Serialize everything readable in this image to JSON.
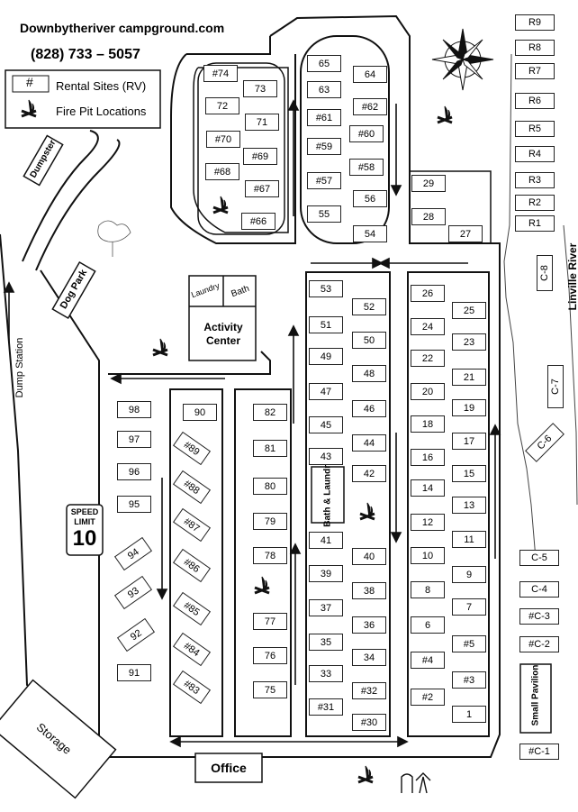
{
  "header": {
    "website": "Downbytheriver campground.com",
    "phone": "(828) 733 – 5057"
  },
  "legend": {
    "symbol": "#",
    "rental_label": "Rental Sites (RV)",
    "fire_label": "Fire Pit Locations"
  },
  "labels": {
    "dumpster": "Dumpster",
    "dog_park": "Dog Park",
    "dump_station": "Dump Station",
    "laundry": "Laundry",
    "bath": "Bath",
    "activity_center": "Activity Center",
    "bath_laundry": "Bath & Laundry",
    "speed_top": "SPEED",
    "speed_mid": "LIMIT",
    "speed_num": "10",
    "storage": "Storage",
    "office": "Office",
    "river": "Linville River",
    "small_pavilion": "Small Pavilion"
  },
  "icons": {
    "compass": "compass-rose-icon",
    "fire": "campfire-icon",
    "tree": "tree-icon",
    "playground": "playground-icon"
  },
  "sites": {
    "loop_left": [
      "#74",
      "73",
      "72",
      "71",
      "#70",
      "#69",
      "#68",
      "#67",
      "#66"
    ],
    "loop_right": [
      "65",
      "64",
      "63",
      "#62",
      "#61",
      "#60",
      "#59",
      "#58",
      "#57",
      "56",
      "55",
      "54"
    ],
    "right_outer": [
      "29",
      "28",
      "27"
    ],
    "river": [
      "R9",
      "R8",
      "R7",
      "R6",
      "R5",
      "R4",
      "R3",
      "R2",
      "R1"
    ],
    "c_sites": [
      "C-8",
      "C-7",
      "C-6",
      "C-5",
      "C-4",
      "#C-3",
      "#C-2",
      "#C-1"
    ],
    "col53": [
      "53",
      "52",
      "51",
      "50",
      "49",
      "48",
      "47",
      "46",
      "45",
      "44",
      "43",
      "42",
      "41",
      "40",
      "39",
      "38",
      "37",
      "36",
      "35",
      "34",
      "33",
      "#32",
      "#31",
      "#30"
    ],
    "col26": [
      "26",
      "25",
      "24",
      "23",
      "22",
      "21",
      "20",
      "19",
      "18",
      "17",
      "16",
      "15",
      "14",
      "13",
      "12",
      "11",
      "10",
      "9",
      "8",
      "7",
      "6",
      "#5",
      "#4",
      "#3",
      "#2",
      "1"
    ],
    "col75": [
      "82",
      "81",
      "80",
      "79",
      "78",
      "77",
      "76",
      "75"
    ],
    "col90": [
      "90",
      "#89",
      "#88",
      "#87",
      "#86",
      "#85",
      "#84",
      "#83"
    ],
    "col91": [
      "98",
      "97",
      "96",
      "95",
      "94",
      "93",
      "92",
      "91"
    ]
  }
}
